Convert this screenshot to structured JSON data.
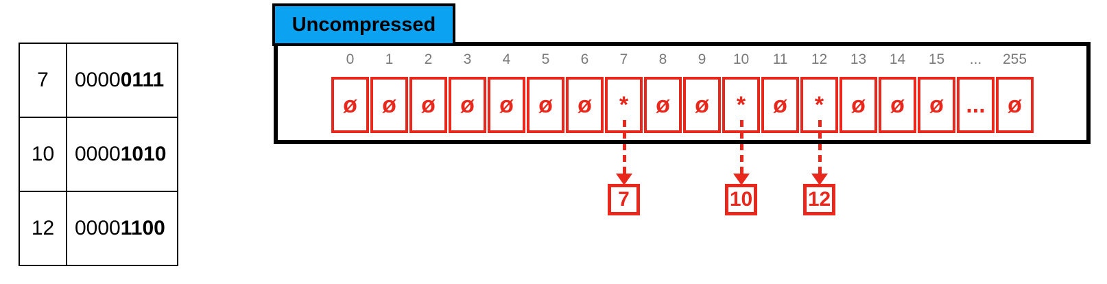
{
  "banner": {
    "label": "Uncompressed"
  },
  "legend_table": {
    "rows": [
      {
        "value": "7",
        "bits_prefix": "0000",
        "bits_bold": "0111"
      },
      {
        "value": "10",
        "bits_prefix": "0000",
        "bits_bold": "1010"
      },
      {
        "value": "12",
        "bits_prefix": "0000",
        "bits_bold": "1100"
      }
    ]
  },
  "bitmap": {
    "indices": [
      "0",
      "1",
      "2",
      "3",
      "4",
      "5",
      "6",
      "7",
      "8",
      "9",
      "10",
      "11",
      "12",
      "13",
      "14",
      "15",
      "...",
      "255"
    ],
    "cells": [
      "ø",
      "ø",
      "ø",
      "ø",
      "ø",
      "ø",
      "ø",
      "*",
      "ø",
      "ø",
      "*",
      "ø",
      "*",
      "ø",
      "ø",
      "ø",
      "...",
      "ø"
    ]
  },
  "pointers": [
    {
      "label": "7"
    },
    {
      "label": "10"
    },
    {
      "label": "12"
    }
  ],
  "colors": {
    "red": "#E8281C",
    "blue": "#0CA2F2",
    "index_gray": "#7A7A7A",
    "black": "#000000"
  }
}
